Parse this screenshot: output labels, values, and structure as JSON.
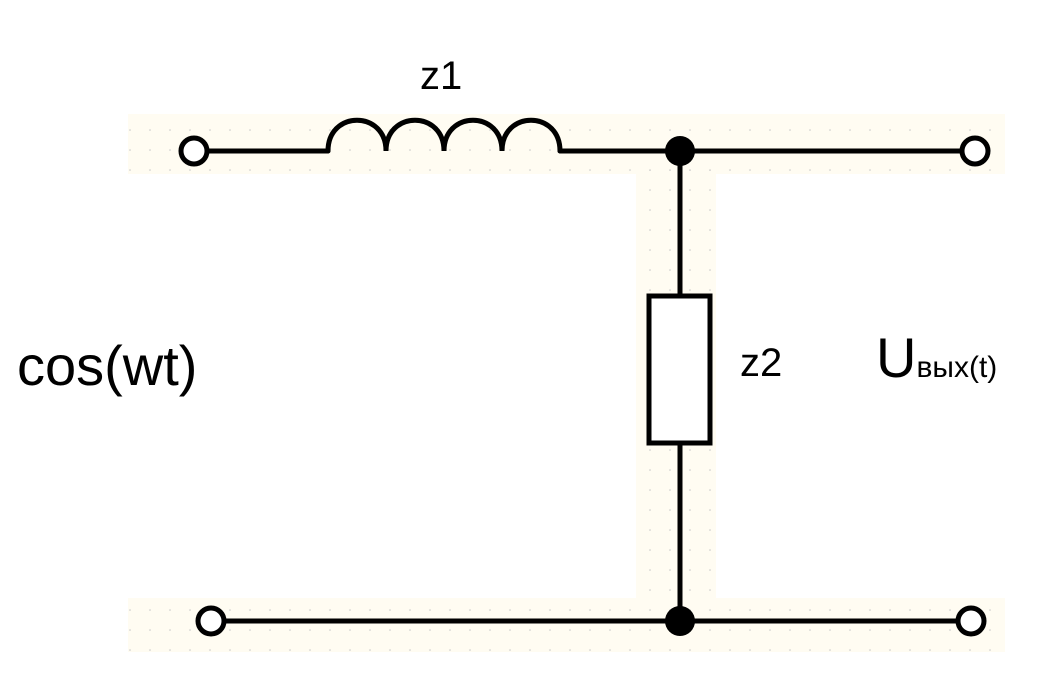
{
  "diagram": {
    "labels": {
      "z1": "z1",
      "z2": "z2",
      "input": "cos(wt)",
      "output_main": "U",
      "output_sub": "вых(t)"
    },
    "colors": {
      "wire": "#000000",
      "background": "#ffffff",
      "grid_highlight": "#fffcf2",
      "grid_dot": "#c8c8c8"
    },
    "components": [
      {
        "id": "z1",
        "kind": "inductor"
      },
      {
        "id": "z2",
        "kind": "resistor"
      }
    ]
  }
}
